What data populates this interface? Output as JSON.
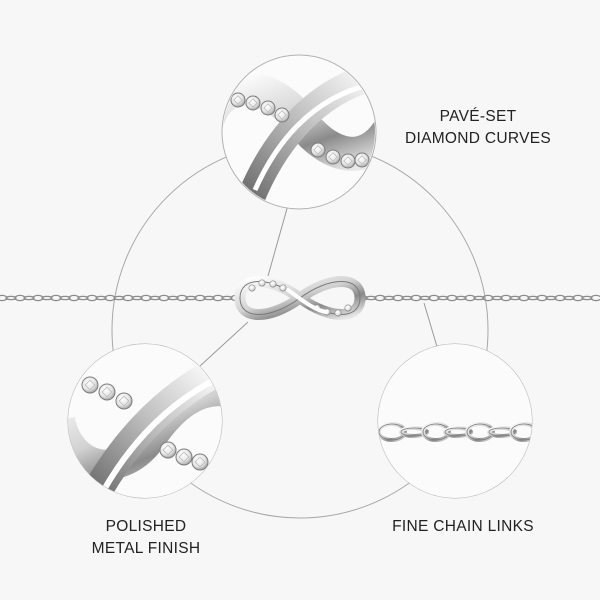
{
  "colors": {
    "background": "#f7f7f7",
    "guide_line": "#9a9a9a",
    "metal_light": "#fafafa",
    "metal_mid": "#c9c9c9",
    "metal_dark": "#6e6e6e",
    "diamond": "#ffffff",
    "text": "#222222"
  },
  "callouts": {
    "pave": {
      "line1": "PAVÉ-SET",
      "line2": "DIAMOND CURVES"
    },
    "polished": {
      "line1": "POLISHED",
      "line2": "METAL FINISH"
    },
    "chain": {
      "line1": "FINE CHAIN LINKS"
    }
  },
  "icons": {
    "bracelet": "infinity-bracelet-icon",
    "zoom_pave": "pave-diamond-zoom-icon",
    "zoom_polished": "polished-metal-zoom-icon",
    "zoom_chain": "chain-links-zoom-icon"
  }
}
